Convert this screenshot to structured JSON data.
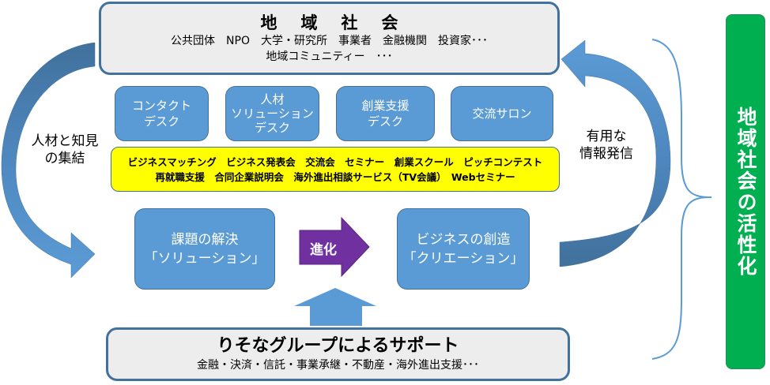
{
  "colors": {
    "box_blue": "#5b9bd5",
    "border_blue": "#41719c",
    "gray_fill": "#ededed",
    "yellow": "#ffff00",
    "purple": "#7030a0",
    "green": "#00b050"
  },
  "community": {
    "title": "地域社会",
    "line1": "公共団体　NPO　大学・研究所　事業者　金融機関　投資家･･･",
    "line2": "地域コミュニティー　･･･"
  },
  "desks": [
    {
      "label_line1": "コンタクト",
      "label_line2": "デスク",
      "label_line3": ""
    },
    {
      "label_line1": "人材",
      "label_line2": "ソリューション",
      "label_line3": "デスク"
    },
    {
      "label_line1": "創業支援",
      "label_line2": "デスク",
      "label_line3": ""
    },
    {
      "label_line1": "交流サロン",
      "label_line2": "",
      "label_line3": ""
    }
  ],
  "events": {
    "line1": "ビジネスマッチング　ビジネス発表会　交流会　セミナー　創業スクール　ピッチコンテスト",
    "line2": "再就職支援　合同企業説明会　海外進出相談サービス（TV会議）　Webセミナー"
  },
  "left_arrow_label": {
    "line1": "人材と知見",
    "line2": "の集結"
  },
  "right_arrow_label": {
    "line1": "有用な",
    "line2": "情報発信"
  },
  "solution": {
    "line1": "課題の解決",
    "line2": "「ソリューション」"
  },
  "evolution_label": "進化",
  "creation": {
    "line1": "ビジネスの創造",
    "line2": "「クリエーション」"
  },
  "support": {
    "title": "りそなグループによるサポート",
    "line": "金融・決済・信託・事業承継・不動産・海外進出支援･･･"
  },
  "outcome": "地域社会の活性化"
}
